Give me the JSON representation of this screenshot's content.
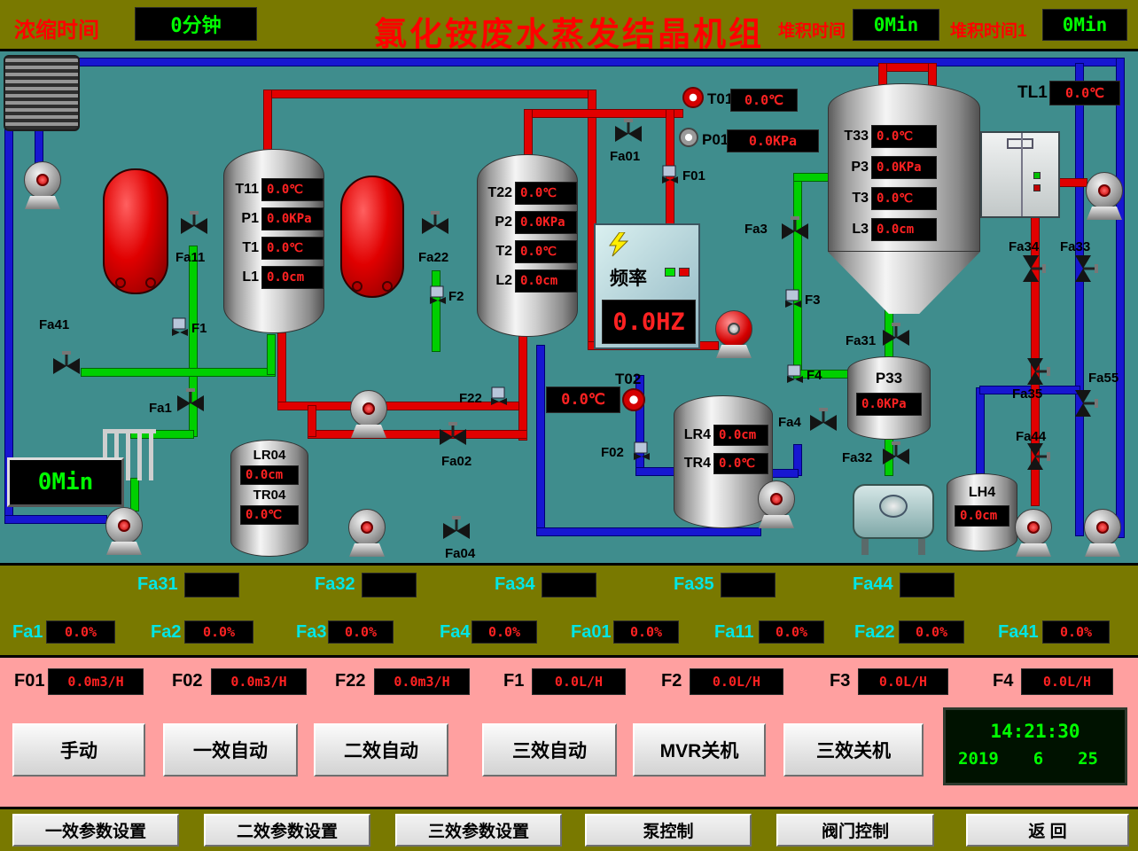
{
  "header": {
    "concentration_time_label": "浓缩时间",
    "concentration_time_value": "0分钟",
    "title": "氯化铵废水蒸发结晶机组",
    "pile_time_label": "堆积时间",
    "pile_time_value": "0Min",
    "pile_time1_label": "堆积时间1",
    "pile_time1_value": "0Min"
  },
  "process": {
    "evap1": {
      "rows": [
        {
          "label": "T11",
          "value": "0.0℃"
        },
        {
          "label": "P1",
          "value": "0.0KPa"
        },
        {
          "label": "T1",
          "value": "0.0℃"
        },
        {
          "label": "L1",
          "value": "0.0cm"
        }
      ]
    },
    "evap2": {
      "rows": [
        {
          "label": "T22",
          "value": "0.0℃"
        },
        {
          "label": "P2",
          "value": "0.0KPa"
        },
        {
          "label": "T2",
          "value": "0.0℃"
        },
        {
          "label": "L2",
          "value": "0.0cm"
        }
      ]
    },
    "crystallizer": {
      "rows": [
        {
          "label": "T33",
          "value": "0.0℃"
        },
        {
          "label": "P3",
          "value": "0.0KPa"
        },
        {
          "label": "T3",
          "value": "0.0℃"
        },
        {
          "label": "L3",
          "value": "0.0cm"
        }
      ]
    },
    "frequency": {
      "label": "频率",
      "value": "0.0HZ"
    },
    "displays": {
      "t01": {
        "label": "T01",
        "value": "0.0℃"
      },
      "p01": {
        "label": "P01",
        "value": "0.0KPa"
      },
      "tl1": {
        "label": "TL1",
        "value": "0.0℃"
      },
      "t02": {
        "label": "T02",
        "value": "0.0℃"
      },
      "omin": "0Min"
    },
    "tanks": {
      "lr04": {
        "level_label": "LR04",
        "level_value": "0.0cm",
        "temp_label": "TR04",
        "temp_value": "0.0℃"
      },
      "lr4": {
        "level_label": "LR4",
        "level_value": "0.0cm",
        "temp_label": "TR4",
        "temp_value": "0.0℃"
      },
      "p33": {
        "label": "P33",
        "value": "0.0KPa"
      },
      "lh4": {
        "label": "LH4",
        "value": "0.0cm"
      }
    },
    "valves": {
      "fa01": "Fa01",
      "f01": "F01",
      "fa11": "Fa11",
      "fa22": "Fa22",
      "fa3": "Fa3",
      "fa41": "Fa41",
      "fa1": "Fa1",
      "f1": "F1",
      "f2": "F2",
      "f3": "F3",
      "f4": "F4",
      "f22": "F22",
      "f02": "F02",
      "fa02": "Fa02",
      "fa04": "Fa04",
      "fa4": "Fa4",
      "fa31": "Fa31",
      "fa32": "Fa32",
      "fa33": "Fa33",
      "fa34": "Fa34",
      "fa35": "Fa35",
      "fa55": "Fa55",
      "fa44": "Fa44"
    }
  },
  "valve_status": {
    "row1": [
      {
        "label": "Fa31",
        "value": ""
      },
      {
        "label": "Fa32",
        "value": ""
      },
      {
        "label": "Fa34",
        "value": ""
      },
      {
        "label": "Fa35",
        "value": ""
      },
      {
        "label": "Fa44",
        "value": ""
      }
    ],
    "row2": [
      {
        "label": "Fa1",
        "value": "0.0%"
      },
      {
        "label": "Fa2",
        "value": "0.0%"
      },
      {
        "label": "Fa3",
        "value": "0.0%"
      },
      {
        "label": "Fa4",
        "value": "0.0%"
      },
      {
        "label": "Fa01",
        "value": "0.0%"
      },
      {
        "label": "Fa11",
        "value": "0.0%"
      },
      {
        "label": "Fa22",
        "value": "0.0%"
      },
      {
        "label": "Fa41",
        "value": "0.0%"
      }
    ]
  },
  "flow_section": {
    "flows": [
      {
        "label": "F01",
        "value": "0.0m3/H"
      },
      {
        "label": "F02",
        "value": "0.0m3/H"
      },
      {
        "label": "F22",
        "value": "0.0m3/H"
      },
      {
        "label": "F1",
        "value": "0.0L/H"
      },
      {
        "label": "F2",
        "value": "0.0L/H"
      },
      {
        "label": "F3",
        "value": "0.0L/H"
      },
      {
        "label": "F4",
        "value": "0.0L/H"
      }
    ],
    "mode_buttons": [
      "手动",
      "一效自动",
      "二效自动",
      "三效自动",
      "MVR关机",
      "三效关机"
    ],
    "clock": {
      "time": "14:21:30",
      "year": "2019",
      "month": "6",
      "day": "25"
    }
  },
  "nav_buttons": [
    "一效参数设置",
    "二效参数设置",
    "三效参数设置",
    "泵控制",
    "阀门控制",
    "返 回"
  ]
}
